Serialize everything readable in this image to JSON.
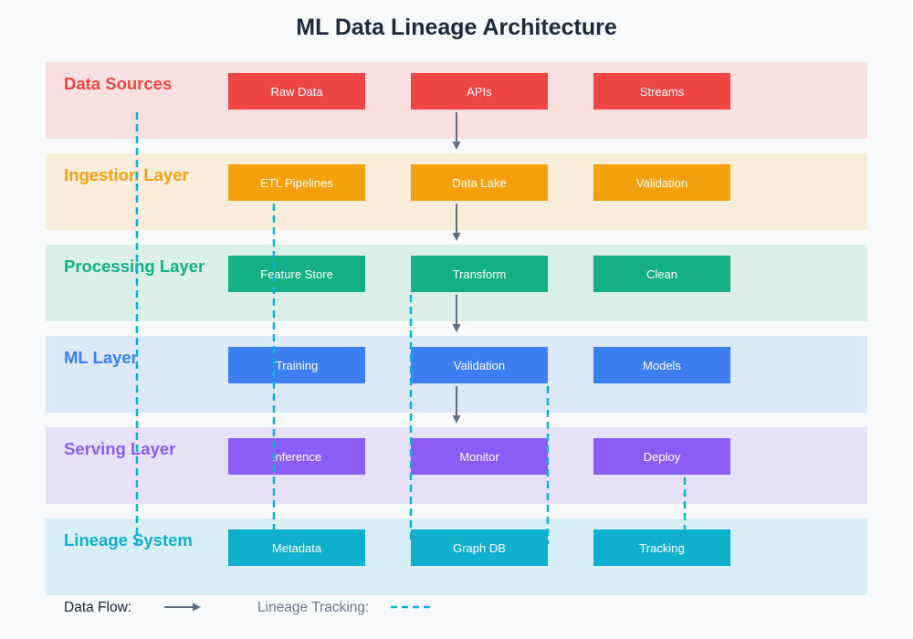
{
  "title": "ML Data Lineage Architecture",
  "layers": [
    {
      "name": "Data Sources",
      "accent_color": "#ee4545",
      "band_color": "#f8e0e0",
      "nodes": [
        "Raw Data",
        "APIs",
        "Streams"
      ]
    },
    {
      "name": "Ingestion Layer",
      "accent_color": "#f3a00d",
      "band_color": "#f8eddb",
      "nodes": [
        "ETL Pipelines",
        "Data Lake",
        "Validation"
      ]
    },
    {
      "name": "Processing Layer",
      "accent_color": "#14b084",
      "band_color": "#d9efe7",
      "nodes": [
        "Feature Store",
        "Transform",
        "Clean"
      ]
    },
    {
      "name": "ML Layer",
      "accent_color": "#3b7ff2",
      "band_color": "#dbe8f8",
      "nodes": [
        "Training",
        "Validation",
        "Models"
      ]
    },
    {
      "name": "Serving Layer",
      "accent_color": "#8b5cf6",
      "band_color": "#e6e1f6",
      "nodes": [
        "Inference",
        "Monitor",
        "Deploy"
      ]
    },
    {
      "name": "Lineage System",
      "accent_color": "#0fb0ce",
      "band_color": "#d8eef6",
      "nodes": [
        "Metadata",
        "Graph DB",
        "Tracking"
      ]
    }
  ],
  "legend": {
    "data_flow_label": "Data Flow:",
    "lineage_label": "Lineage Tracking:"
  },
  "colors": {
    "arrow": "#5f6e80",
    "lineage": "#0cb2d1",
    "background": "#f7f9fb",
    "title_text": "#1e2a3c"
  }
}
